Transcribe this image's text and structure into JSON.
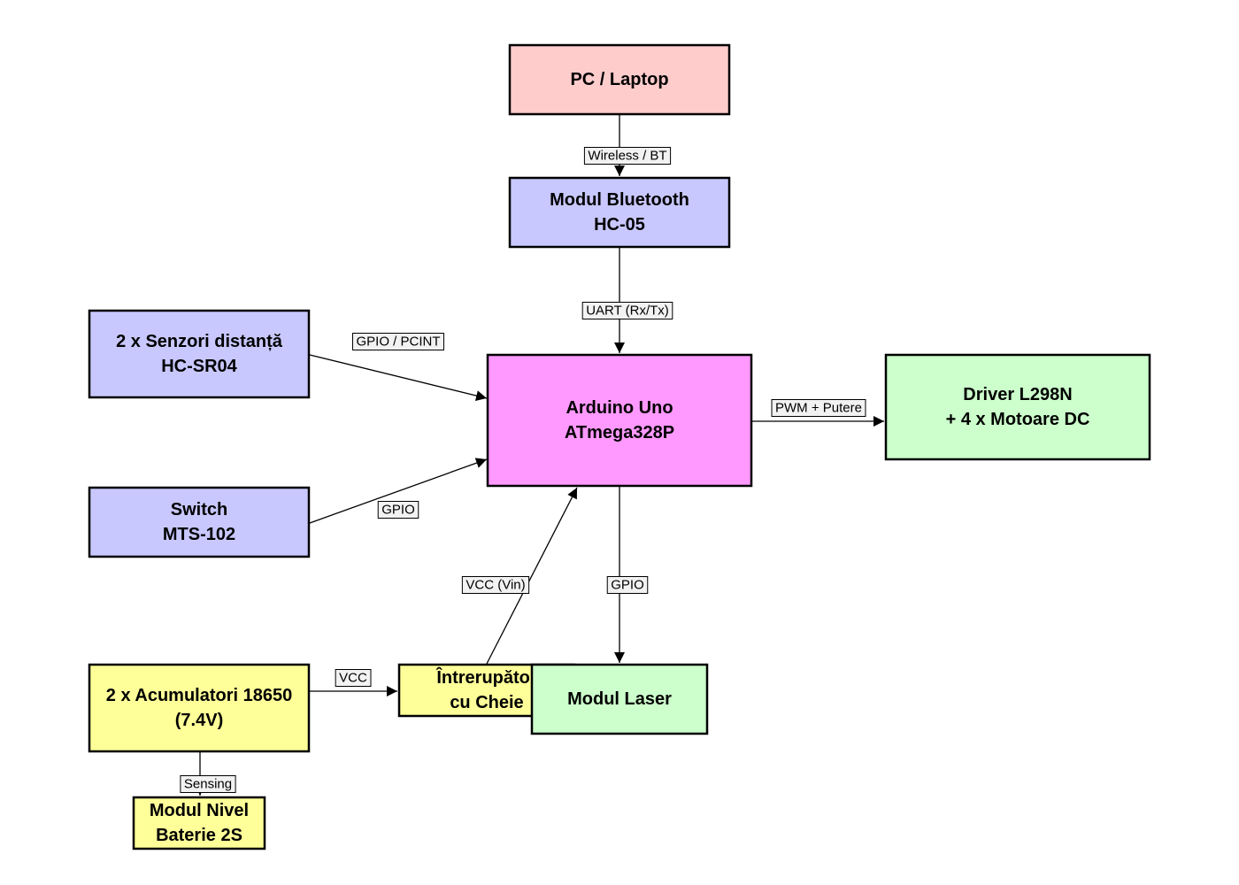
{
  "colors": {
    "pc": "#ffcccc",
    "module": "#c8c8ff",
    "arduino": "#ff99ff",
    "driver": "#ccffcc",
    "power": "#ffff99",
    "label_bg": "#f2f2f2",
    "stroke": "#000000"
  },
  "nodes": {
    "pc": {
      "lines": [
        "PC / Laptop"
      ],
      "color": "#ffcccc"
    },
    "bluetooth": {
      "lines": [
        "Modul Bluetooth",
        "HC-05"
      ],
      "color": "#c8c8ff"
    },
    "sensors": {
      "lines": [
        "2 x Senzori distanță",
        "HC-SR04"
      ],
      "color": "#c8c8ff"
    },
    "switch": {
      "lines": [
        "Switch",
        "MTS-102"
      ],
      "color": "#c8c8ff"
    },
    "arduino": {
      "lines": [
        "Arduino Uno",
        "ATmega328P"
      ],
      "color": "#ff99ff"
    },
    "driver": {
      "lines": [
        "Driver L298N",
        "+ 4 x Motoare DC"
      ],
      "color": "#ccffcc"
    },
    "batteries": {
      "lines": [
        "2 x Acumulatori 18650",
        "(7.4V)"
      ],
      "color": "#ffff99"
    },
    "keyswitch": {
      "lines": [
        "Întrerupător",
        "cu Cheie"
      ],
      "color": "#ffff99"
    },
    "laser": {
      "lines": [
        "Modul Laser"
      ],
      "color": "#ccffcc"
    },
    "battlevel": {
      "lines": [
        "Modul Nivel",
        "Baterie 2S"
      ],
      "color": "#ffff99"
    }
  },
  "edges": {
    "pc_bt": "Wireless / BT",
    "bt_arduino": "UART (Rx/Tx)",
    "sensors_arduino": "GPIO / PCINT",
    "switch_arduino": "GPIO",
    "arduino_driver": "PWM + Putere",
    "key_arduino": "VCC (Vin)",
    "arduino_laser": "GPIO",
    "batt_key": "VCC",
    "batt_level": "Sensing"
  }
}
